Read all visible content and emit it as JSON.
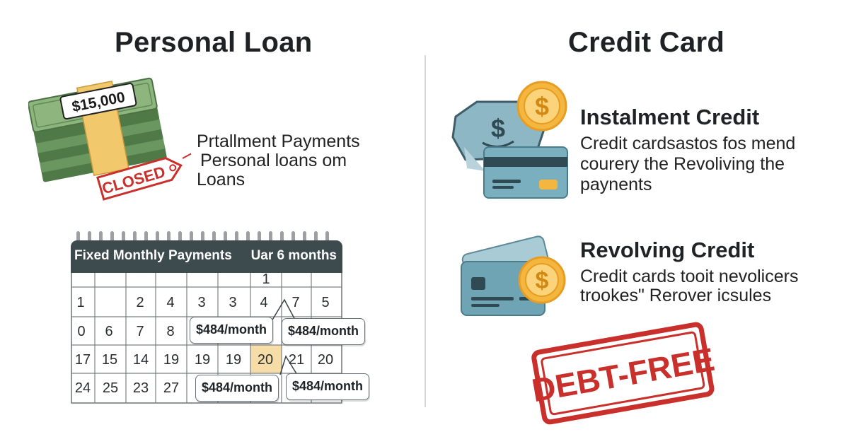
{
  "left": {
    "title": "Personal Loan",
    "money_label": "$15,000",
    "closed_tag": "CLOSED",
    "text_lines": [
      "Prtallment Payments",
      "Personal loans om",
      "Loans"
    ],
    "calendar": {
      "header_left": "Fixed Monthly Payments",
      "header_right": "Uar 6 months",
      "numbers": [
        "1",
        "1",
        "2",
        "4",
        "3",
        "3",
        "4",
        "7",
        "5",
        "0",
        "6",
        "7",
        "8",
        "17",
        "15",
        "14",
        "19",
        "19",
        "19",
        "20",
        "21",
        "20",
        "24",
        "25",
        "23",
        "27"
      ],
      "highlighted_day": "20",
      "payment_labels": [
        "$484/month",
        "$484/month",
        "$484/month",
        "$484/month"
      ]
    }
  },
  "right": {
    "title": "Credit Card",
    "instalment": {
      "heading": "Instalment Credit",
      "lines": [
        "Credit cardsastos fos mend",
        "courery the Revoliving the",
        "paynents"
      ]
    },
    "revolving": {
      "heading": "Revolving Credit",
      "lines": [
        "Credit cards tooit nevolicers",
        "trookes\" Rerover icsules"
      ]
    },
    "stamp": "DEBT-FREE",
    "dollar_symbol": "$"
  },
  "colors": {
    "dark": "#3d4a4e",
    "money_green": "#5e8a54",
    "band_gold": "#f2c86d",
    "tag_red": "#c9302c",
    "coin_gold": "#f4b63f",
    "card_blue": "#6fa4b4",
    "highlight": "#f6dca7"
  },
  "icons": [
    "money-stack-icon",
    "closed-tag-icon",
    "calendar-icon",
    "cash-note-icon",
    "dollar-coin-icon",
    "credit-card-icon",
    "stamp-icon"
  ]
}
